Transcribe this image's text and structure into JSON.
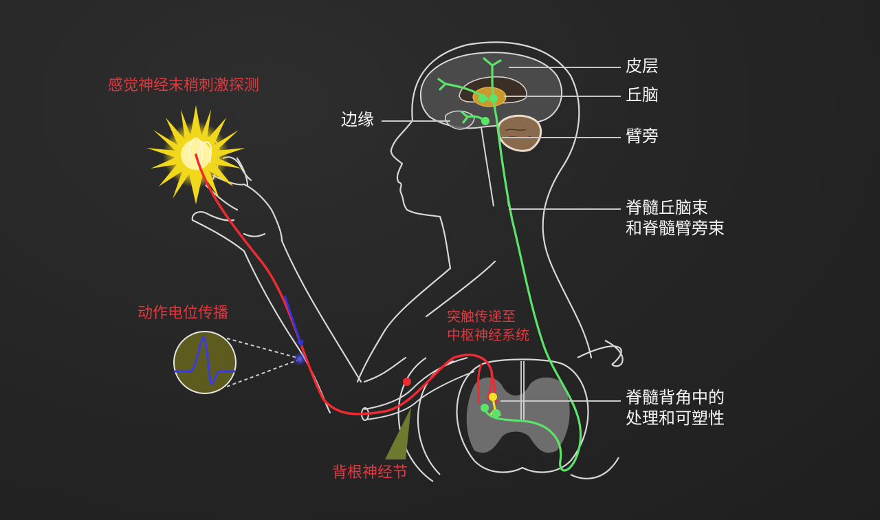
{
  "diagram": {
    "colors": {
      "background": "#262626",
      "outline": "#d8d8d8",
      "sensory_path": "#ef2b32",
      "central_path": "#5be36a",
      "synapse": "#f5e12a",
      "stimulus": "#f2d81c",
      "action_potential_trace": "#3a3ae8",
      "label_red": "#e0383e",
      "label_white": "#f4f4f4"
    },
    "red_labels": {
      "stimulus_detection": "感觉神经末梢刺激探测",
      "action_potential": "动作电位传播",
      "synaptic_transmission_line1": "突触传递至",
      "synaptic_transmission_line2": "中枢神经系统",
      "dorsal_root_ganglion": "背根神经节"
    },
    "white_labels": {
      "cortex": "皮层",
      "thalamus": "丘脑",
      "limbic": "边缘",
      "parabrachial": "臂旁",
      "tracts_line1": "脊髓丘脑束",
      "tracts_line2": "和脊髓臂旁束",
      "dorsal_horn_line1": "脊髓背角中的",
      "dorsal_horn_line2": "处理和可塑性"
    },
    "icons": {
      "stimulus": "starburst-icon",
      "action_potential": "waveform-icon",
      "direction": "arrow-down-icon"
    }
  }
}
